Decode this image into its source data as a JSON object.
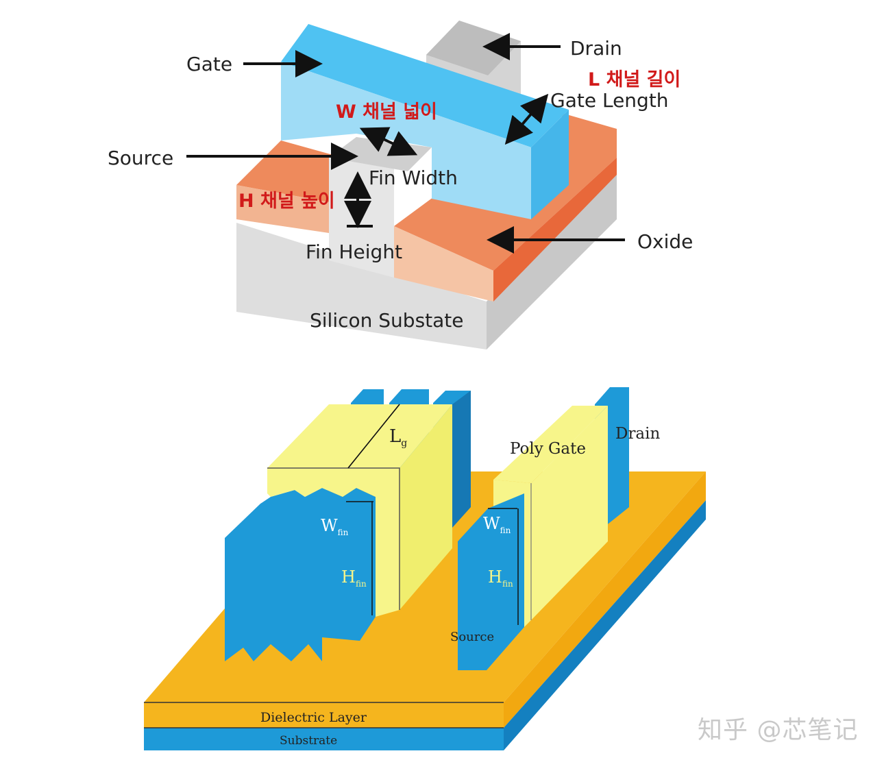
{
  "top_diagram": {
    "gate": "Gate",
    "drain": "Drain",
    "source": "Source",
    "oxide": "Oxide",
    "substrate": "Silicon Substate",
    "fin_width": "Fin Width",
    "fin_height": "Fin Height",
    "gate_length": "Gate Length",
    "korean_length": "L 채널 길이",
    "korean_width": "W 채널 넓이",
    "korean_height": "H 채널 높이"
  },
  "bottom_diagram": {
    "lg": "L",
    "lg_sub": "g",
    "poly_gate": "Poly Gate",
    "drain": "Drain",
    "w_left": "W",
    "w_left_sub": "fin",
    "h_left": "H",
    "h_left_sub": "fin",
    "w_right": "W",
    "w_right_sub": "fin",
    "h_right": "H",
    "h_right_sub": "fin",
    "source": "Source",
    "dielectric": "Dielectric Layer",
    "substrate": "Substrate"
  },
  "watermark": "知乎 @芯笔记",
  "colors": {
    "gate_blue": "#5bc8f5",
    "oxide_orange": "#ee8a5c",
    "substrate_gray": "#dcdcdc",
    "fin_blue": "#1e9ad8",
    "poly_yellow": "#f7f58a",
    "dielectric_orange": "#f5b51e",
    "korean_red": "#d11a1a"
  }
}
